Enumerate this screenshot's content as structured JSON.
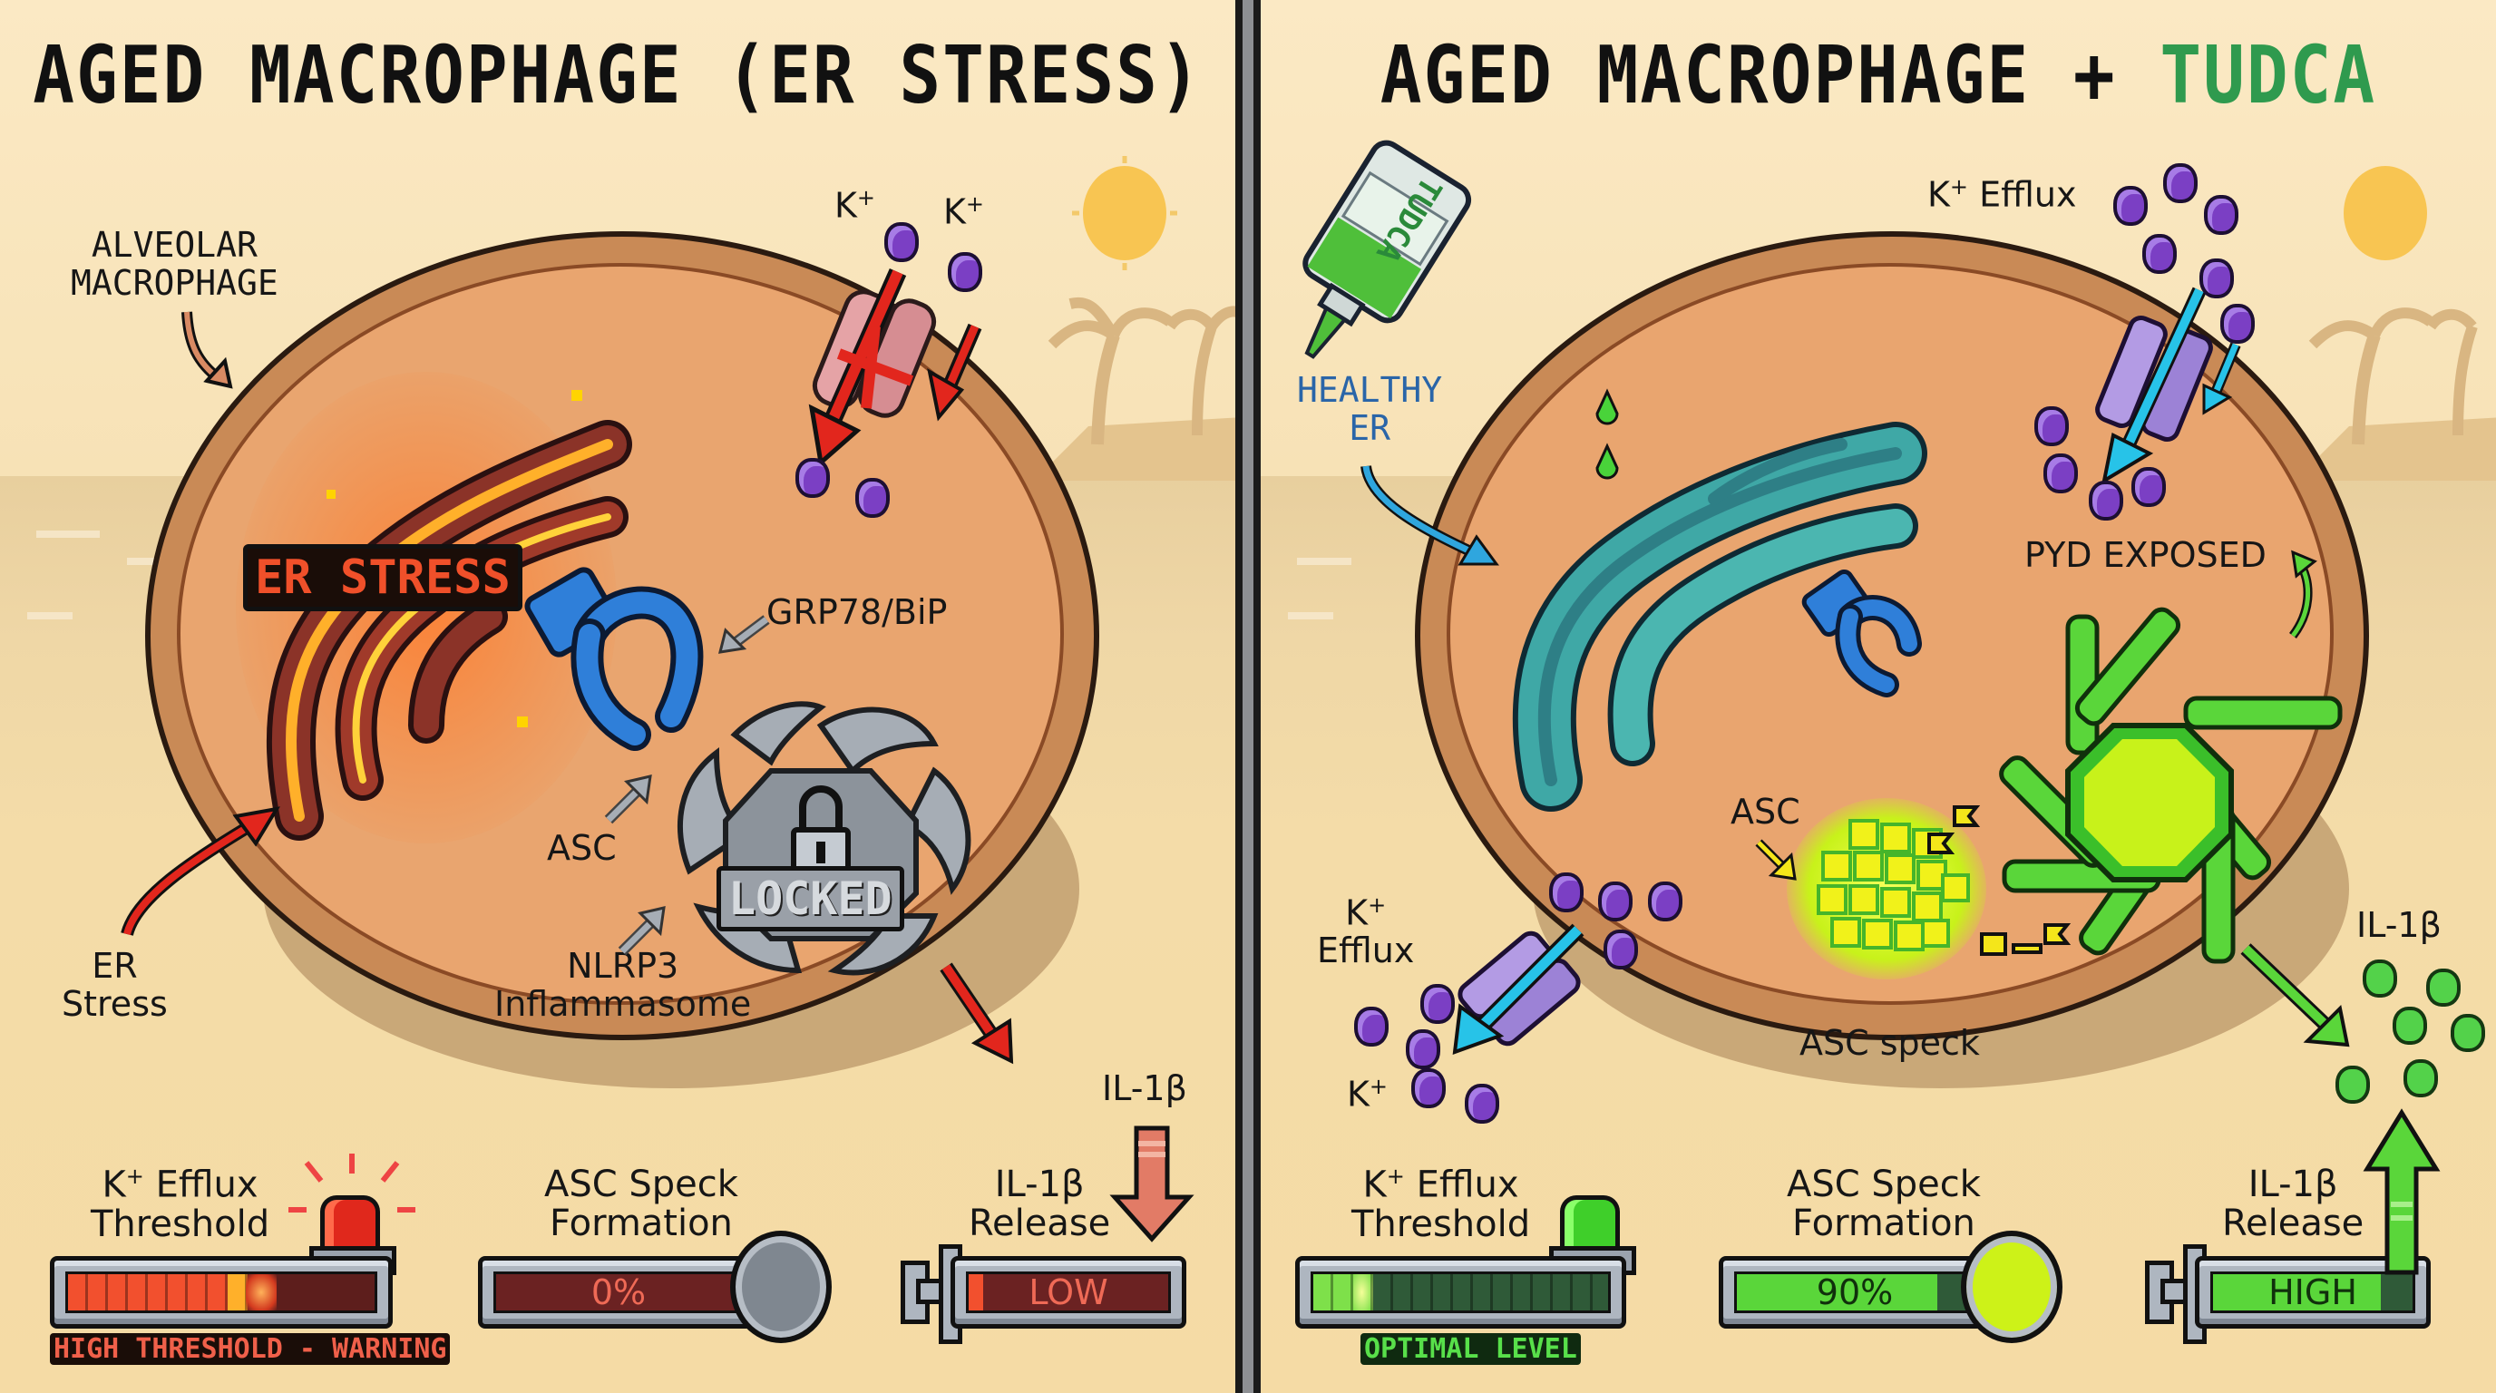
{
  "left_panel": {
    "title": "AGED MACROPHAGE (ER STRESS)",
    "labels": {
      "alveolar_macrophage_line1": "ALVEOLAR",
      "alveolar_macrophage_line2": "MACROPHAGE",
      "k_plus_1": "K",
      "k_plus_2": "K",
      "plus": "+",
      "er_stress_badge": "ER STRESS",
      "grp78": "GRP78/BiP",
      "asc": "ASC",
      "nlrp3_line1": "NLRP3",
      "nlrp3_line2": "Inflammasome",
      "locked_badge": "LOCKED",
      "er_stress_line1": "ER",
      "er_stress_line2": "Stress",
      "il1b_top": "IL-1β"
    },
    "gauges": {
      "k_efflux": {
        "title_line1": "K",
        "title_sup": "+",
        "title_line1_rest": " Efflux",
        "title_line2": "Threshold",
        "filled_segments": 9,
        "total_segments": 12,
        "status": "HIGH THRESHOLD - WARNING",
        "beacon_color": "#e0281c"
      },
      "asc_speck": {
        "title_line1": "ASC Speck",
        "title_line2": "Formation",
        "value": "0%",
        "knob_color": "#7f8790"
      },
      "il1b": {
        "title_line1": "IL-1β",
        "title_line2": "Release",
        "value": "LOW",
        "arrow": "down"
      }
    },
    "colors": {
      "alert": "#e0281c",
      "er_stressed": "#e8552a",
      "grp78": "#2f7fd9",
      "nlrp3": "#9aa1a9",
      "ion": "#7b3fc4"
    }
  },
  "right_panel": {
    "title_main": "AGED MACROPHAGE + ",
    "title_accent": "TUDCA",
    "labels": {
      "tudca_bottle": "TUDCA",
      "healthy_er_line1": "HEALTHY",
      "healthy_er_line2": "ER",
      "k_efflux_top": "Efflux",
      "k_efflux_top_k": "K",
      "plus": "+",
      "pyd_exposed": "PYD EXPOSED",
      "asc": "ASC",
      "asc_speck": "ASC speck",
      "k_efflux_left_k": "K",
      "k_efflux_left": "Efflux",
      "k_plus_bottom": "K",
      "il1b_top": "IL-1β"
    },
    "gauges": {
      "k_efflux": {
        "title_line1": "K",
        "title_sup": "+",
        "title_line1_rest": " Efflux",
        "title_line2": "Threshold",
        "filled_segments": 3,
        "total_segments": 12,
        "status": "OPTIMAL LEVEL",
        "beacon_color": "#3fcf2a"
      },
      "asc_speck": {
        "title_line1": "ASC Speck",
        "title_line2": "Formation",
        "value": "90%",
        "knob_color": "#cdf218"
      },
      "il1b": {
        "title_line1": "IL-1β",
        "title_line2": "Release",
        "value": "HIGH",
        "arrow": "up"
      }
    },
    "colors": {
      "accent": "#2f9a4e",
      "healthy_er": "#3fa8a6",
      "active_nlrp3": "#5ad63a",
      "asc_speck": "#e8f21a",
      "efflux_arrow": "#27c3e8",
      "ion": "#7b3fc4",
      "il1b": "#53d24a"
    }
  }
}
